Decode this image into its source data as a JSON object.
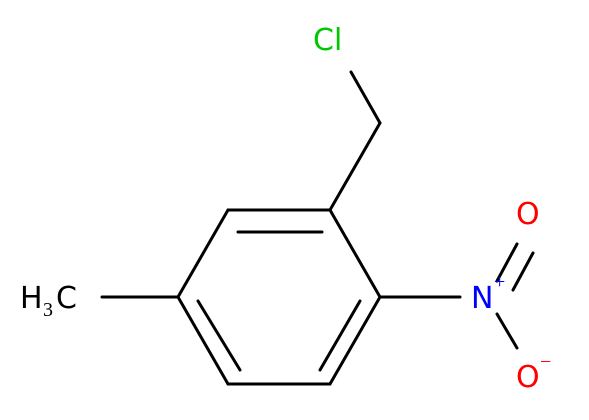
{
  "molecule": {
    "atoms": {
      "chlorine": {
        "label": "Cl",
        "color": "#00c800"
      },
      "nitrogen": {
        "label": "N",
        "charge": "+",
        "color": "#0000ff"
      },
      "oxygen_double": {
        "label": "O",
        "color": "#ff0000"
      },
      "oxygen_single": {
        "label": "O",
        "charge": "−",
        "color": "#ff0000"
      },
      "methyl": {
        "label": "H",
        "subscript": "3",
        "suffix": "C",
        "color": "#000000"
      }
    },
    "bond_color": "#000000"
  }
}
